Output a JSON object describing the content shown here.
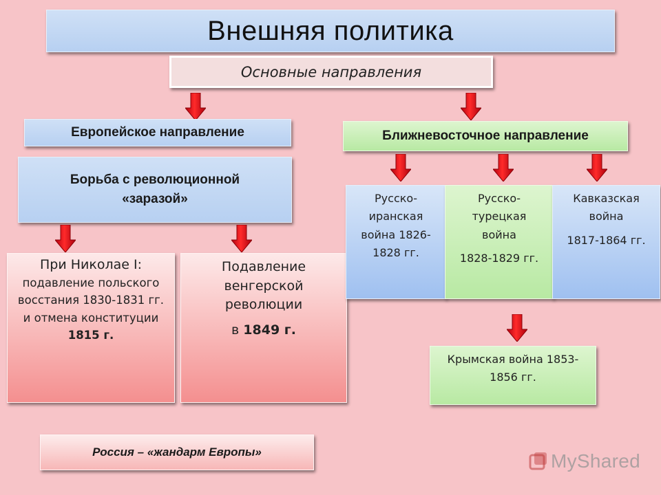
{
  "title": "Внешняя политика",
  "subtitle": "Основные направления",
  "left": {
    "heading": "Европейское направление",
    "sub": "Борьба с революционной «заразой»",
    "nicholas": {
      "line1": "При Николае I:",
      "line2": "подавление польского восстания 1830-1831 гг. и отмена конституции",
      "year": "1815 г."
    },
    "hungary": {
      "text": "Подавление венгерской революции",
      "year_prefix": "в",
      "year": "1849 г."
    },
    "footer": "Россия – «жандарм Европы»"
  },
  "right": {
    "heading": "Ближневосточное направление",
    "wars": [
      {
        "name": "Русско-иранская война 1826-1828 гг.",
        "years": ""
      },
      {
        "name": "Русско-турецкая война",
        "years": "1828-1829 гг."
      },
      {
        "name": "Кавказская война",
        "years": "1817-1864 гг."
      }
    ],
    "crimean": "Крымская война 1853-1856 гг."
  },
  "logo": "MyShared",
  "colors": {
    "background": "#f7c4c8",
    "arrow": "#e0111b",
    "blue": "#b7d0f1",
    "green": "#b8e9a3",
    "pink": "#f48f8f"
  }
}
